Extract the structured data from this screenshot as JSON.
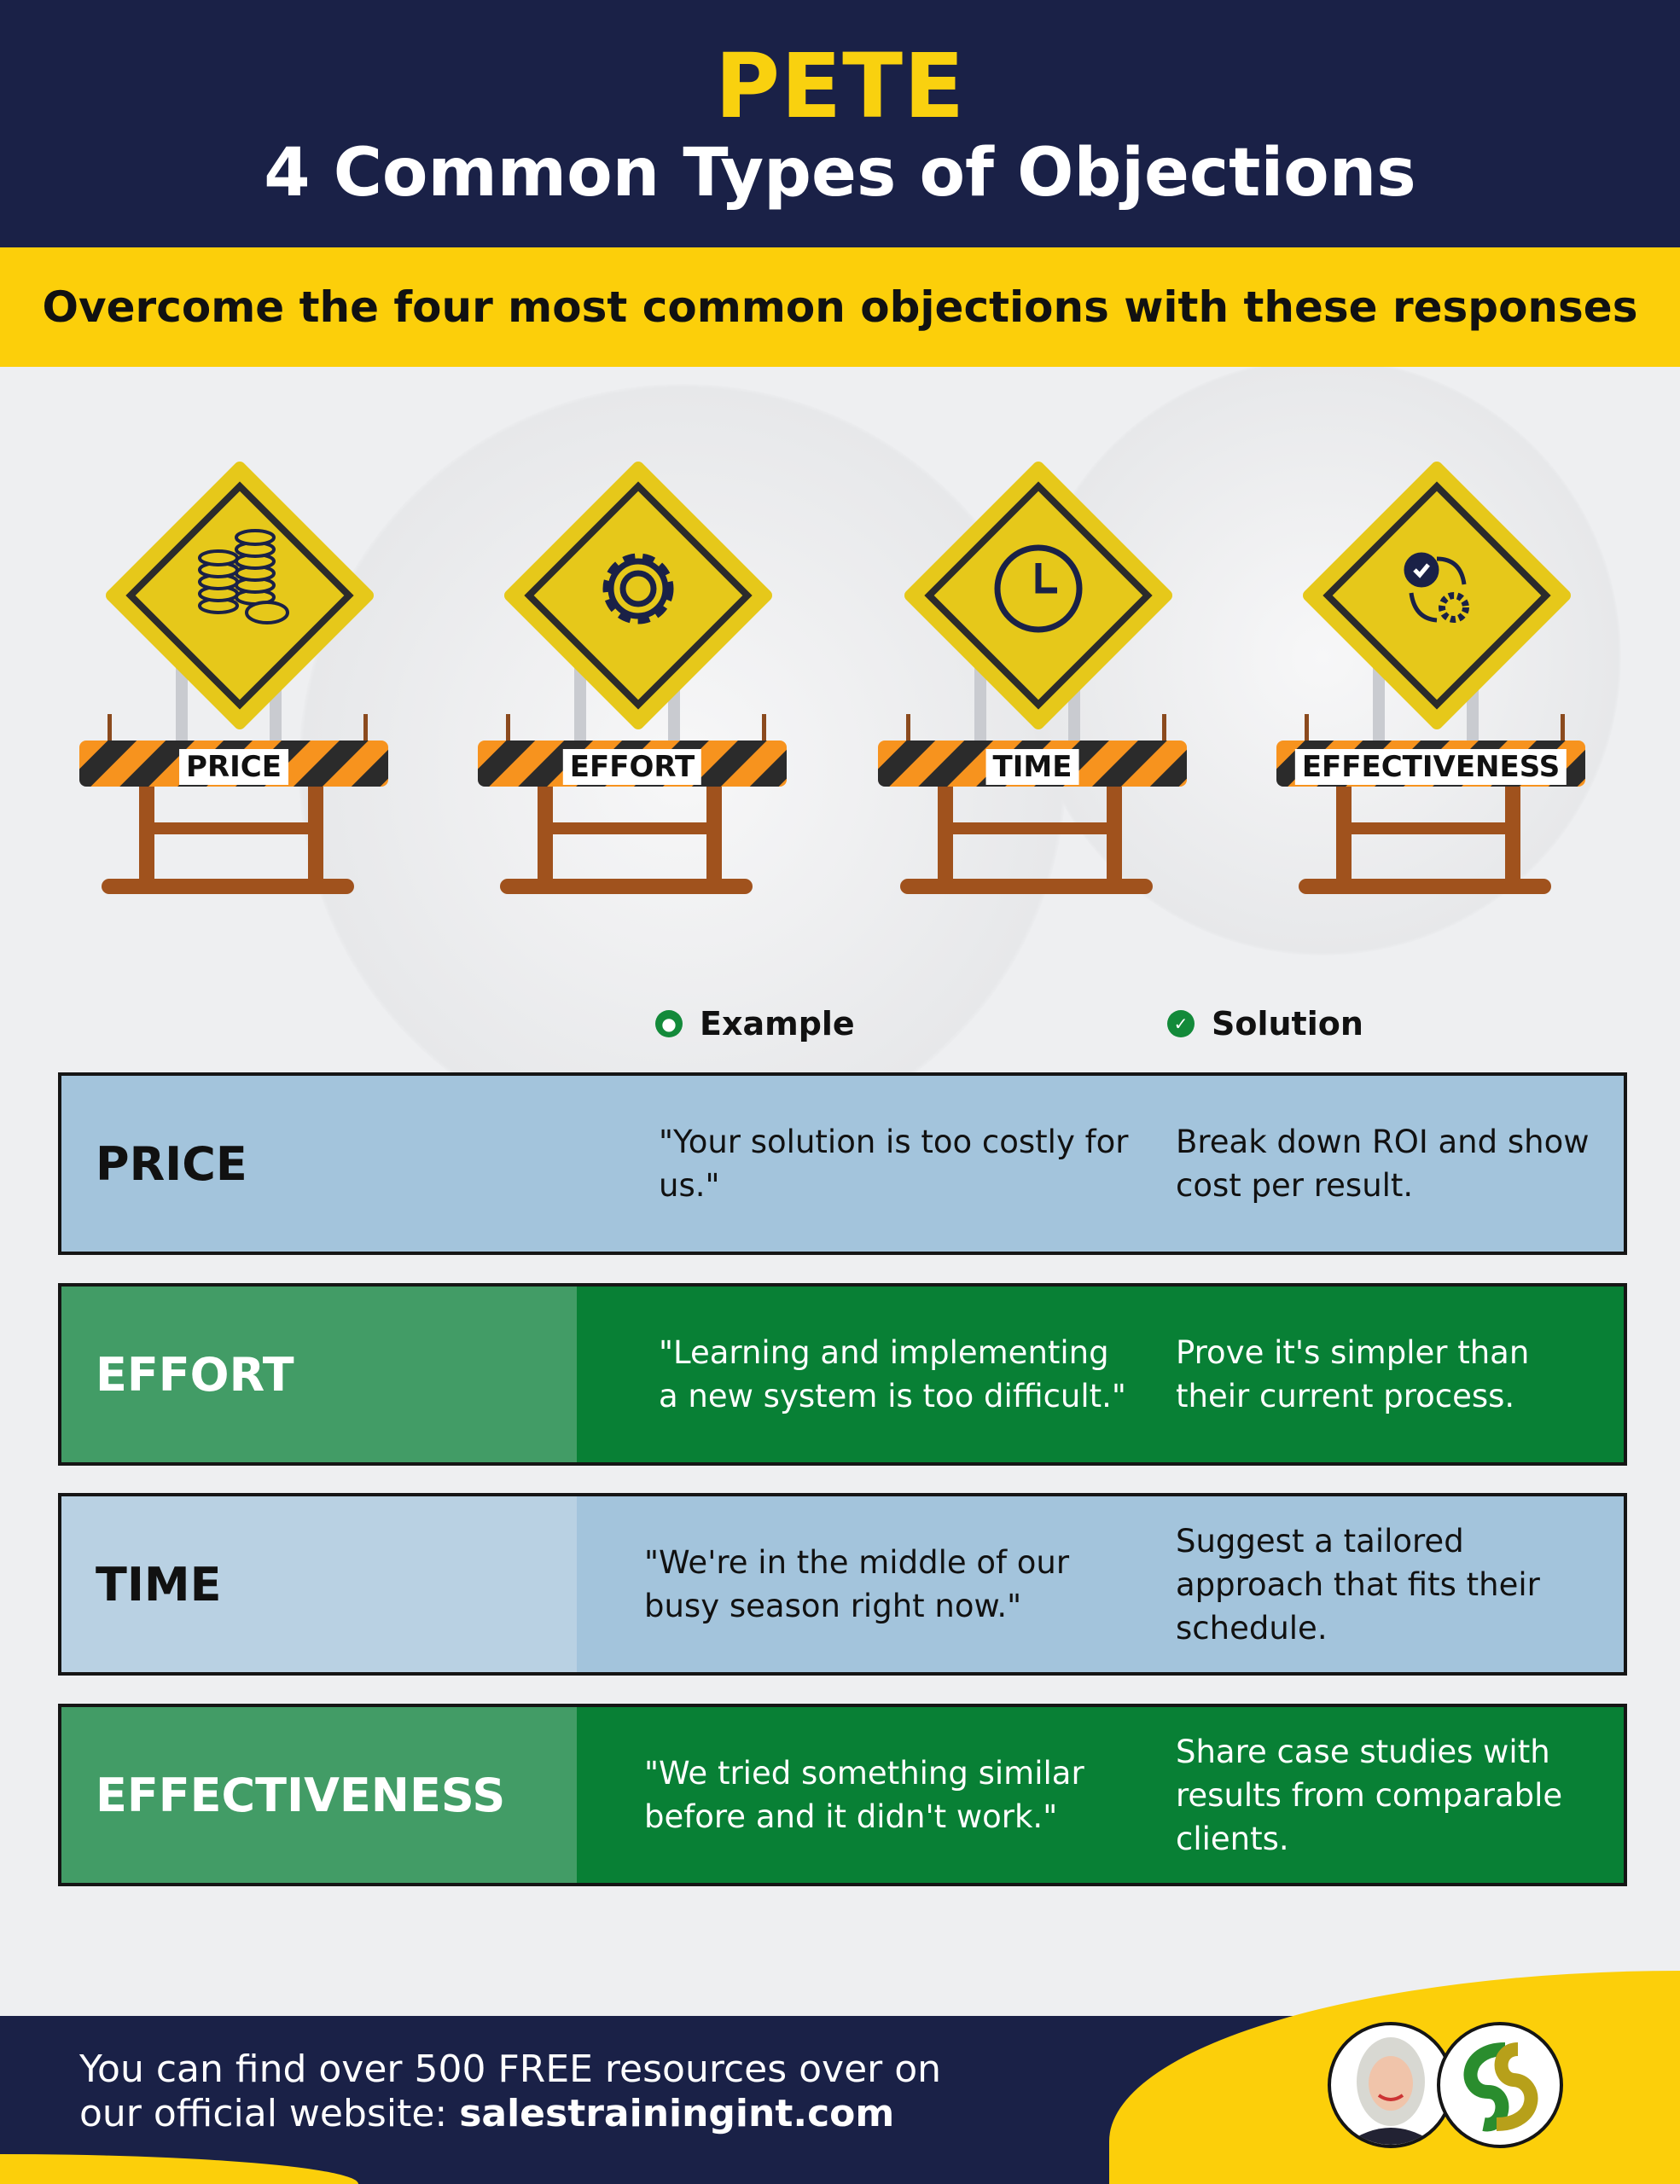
{
  "header": {
    "title": "PETE",
    "subtitle": "4 Common Types of Objections"
  },
  "banner": {
    "text": "Overcome the four most common objections with these responses"
  },
  "signs": [
    {
      "label": "PRICE",
      "icon": "coins-icon"
    },
    {
      "label": "EFFORT",
      "icon": "gear-icon"
    },
    {
      "label": "TIME",
      "icon": "clock-icon"
    },
    {
      "label": "EFFECTIVENESS",
      "icon": "process-check-icon"
    }
  ],
  "table": {
    "headers": {
      "example": "Example",
      "solution": "Solution"
    },
    "rows": [
      {
        "type": "PRICE",
        "example": "\"Your solution is too costly for us.\"",
        "solution": "Break down ROI and show cost per result."
      },
      {
        "type": "EFFORT",
        "example": "\"Learning and implementing a new system is too difficult.\"",
        "solution": "Prove it's simpler than their current process."
      },
      {
        "type": "TIME",
        "example": "\"We're in the middle of our busy season right now.\"",
        "solution": "Suggest a tailored approach that fits their schedule."
      },
      {
        "type": "EFFECTIVENESS",
        "example": "\"We tried something similar before and it didn't work.\"",
        "solution": "Share case studies with results from comparable clients."
      }
    ]
  },
  "footer": {
    "line1": "You can find over 500 FREE resources over on",
    "line2_prefix": "our official website: ",
    "website": "salestrainingint.com"
  },
  "colors": {
    "navy": "#1a2147",
    "yellow": "#fccf0a",
    "green": "#088035",
    "blue": "#a3c4dc"
  }
}
